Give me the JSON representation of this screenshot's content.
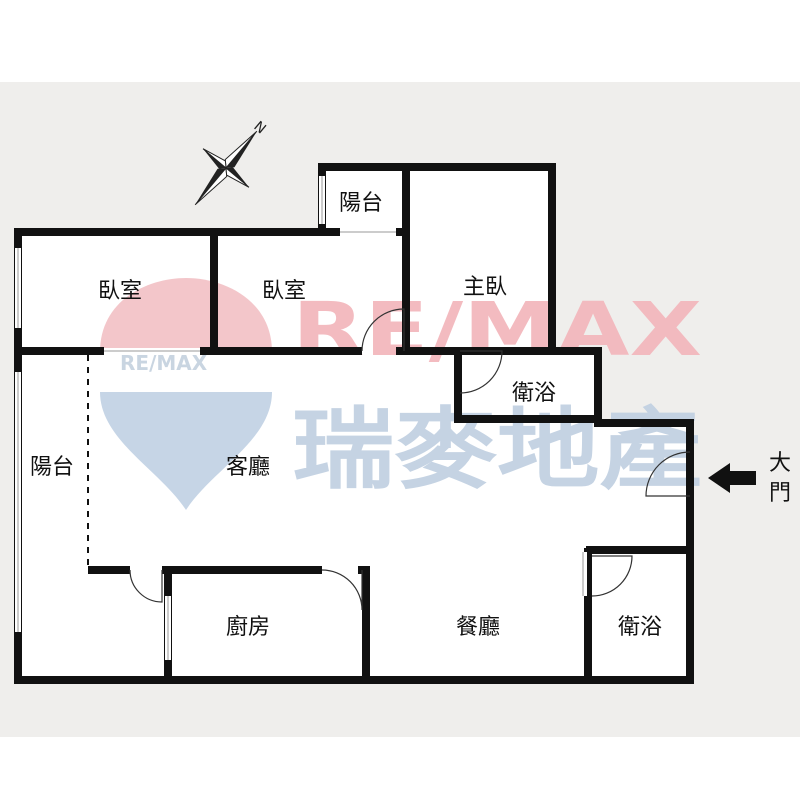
{
  "rooms": {
    "bedroom_left": "臥室",
    "bedroom_middle": "臥室",
    "master_bedroom": "主臥",
    "balcony_top": "陽台",
    "bathroom_upper": "衛浴",
    "balcony_left": "陽台",
    "living_room": "客廳",
    "kitchen": "廚房",
    "dining_room": "餐廳",
    "bathroom_lower": "衛浴"
  },
  "entrance": {
    "line1": "大",
    "line2": "門"
  },
  "compass": {
    "north": "N"
  },
  "watermark": {
    "brand": "RE/MAX",
    "brand_small": "RE/MAX",
    "company": "瑞麥地產"
  },
  "colors": {
    "wall": "#111111",
    "background_band": "#efeeec",
    "floor": "#ffffff",
    "watermark_red": "#f3b8bd",
    "watermark_blue": "#b7c9dd"
  }
}
